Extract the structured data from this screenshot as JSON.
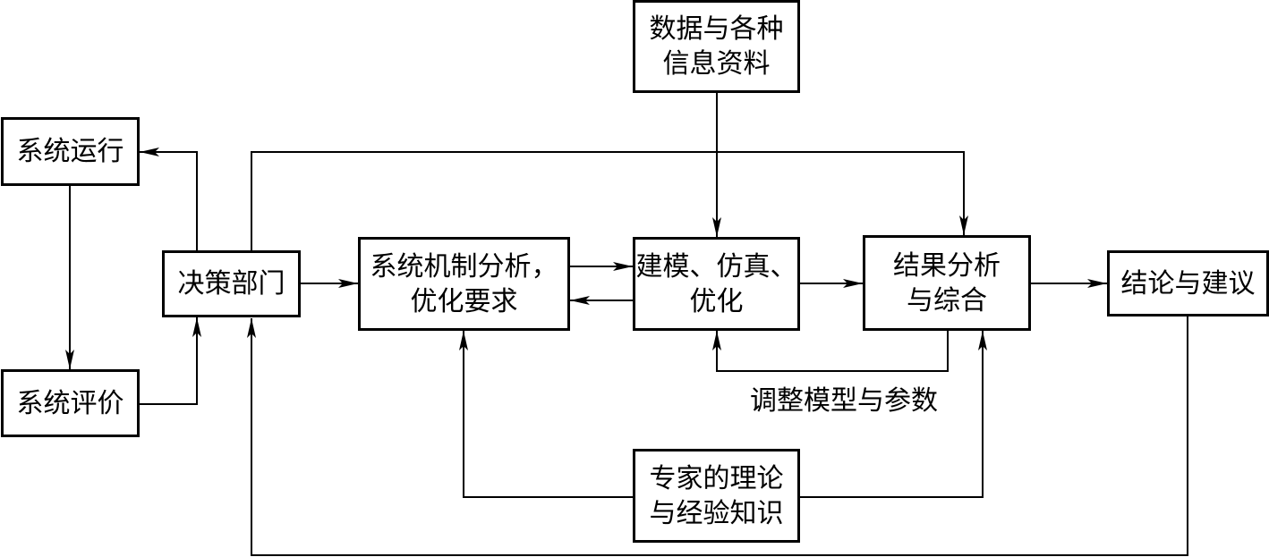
{
  "nodes": {
    "xitong_yunxing": {
      "line1": "系统运行"
    },
    "xitong_pingjia": {
      "line1": "系统评价"
    },
    "juece_bumen": {
      "line1": "决策部门"
    },
    "jizhi_fenxi": {
      "line1": "系统机制分析，",
      "line2": "优化要求"
    },
    "jianmo": {
      "line1": "建模、仿真、",
      "line2": "优化"
    },
    "jieguo_fenxi": {
      "line1": "结果分析",
      "line2": "与综合"
    },
    "jielun": {
      "line1": "结论与建议"
    },
    "shuju": {
      "line1": "数据与各种",
      "line2": "信息资料"
    },
    "zhuanjia": {
      "line1": "专家的理论",
      "line2": "与经验知识"
    }
  },
  "labels": {
    "adjust": "调整模型与参数"
  },
  "edges": [
    {
      "from": "数据与各种信息资料",
      "to": "建模、仿真、优化"
    },
    {
      "from": "决策部门",
      "to": "结果分析与综合"
    },
    {
      "from": "决策部门",
      "to": "系统运行"
    },
    {
      "from": "系统运行",
      "to": "系统评价"
    },
    {
      "from": "系统评价",
      "to": "决策部门"
    },
    {
      "from": "决策部门",
      "to": "系统机制分析，优化要求"
    },
    {
      "from": "系统机制分析，优化要求",
      "to": "建模、仿真、优化"
    },
    {
      "from": "建模、仿真、优化",
      "to": "系统机制分析，优化要求"
    },
    {
      "from": "建模、仿真、优化",
      "to": "结果分析与综合"
    },
    {
      "from": "结果分析与综合",
      "to": "结论与建议"
    },
    {
      "from": "结果分析与综合",
      "to": "建模、仿真、优化",
      "label": "调整模型与参数"
    },
    {
      "from": "专家的理论与经验知识",
      "to": "系统机制分析，优化要求"
    },
    {
      "from": "专家的理论与经验知识",
      "to": "结果分析与综合"
    },
    {
      "from": "结论与建议",
      "to": "决策部门"
    }
  ]
}
